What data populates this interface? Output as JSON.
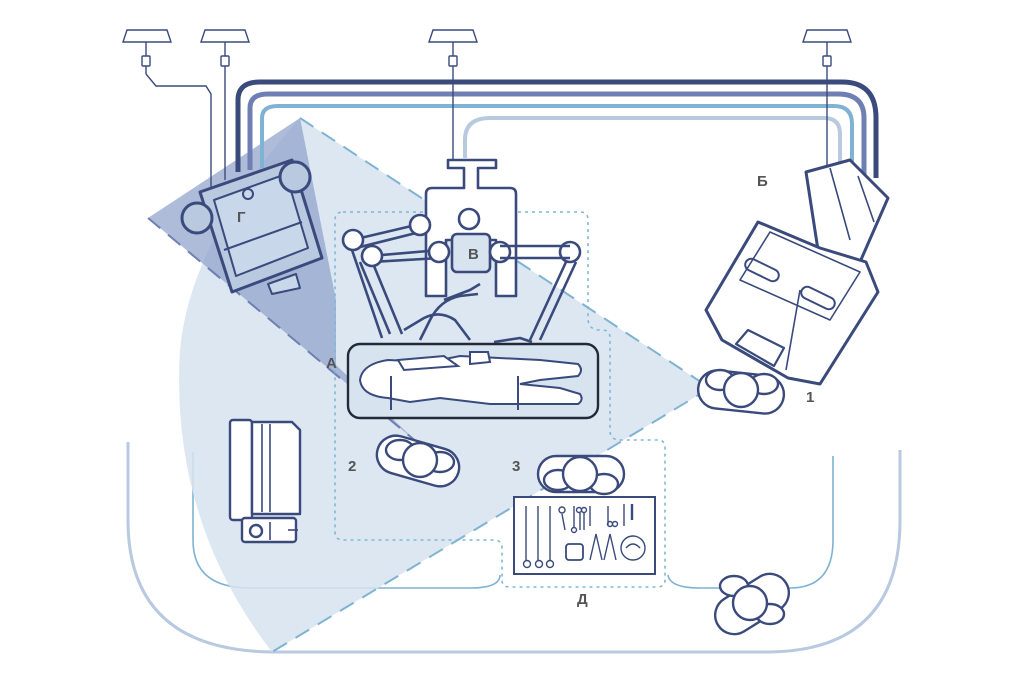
{
  "labels": {
    "a": "А",
    "b": "Б",
    "v": "В",
    "g": "Г",
    "d": "Д",
    "n1": "1",
    "n2": "2",
    "n3": "3"
  },
  "colors": {
    "dark_navy": "#3a4a7c",
    "mid_blue": "#6f7fb3",
    "light_blue": "#7fb3d3",
    "pale_blue": "#b8c9e0",
    "zone_fill": "#d7e3ee",
    "zone_dark": "#8c9fca",
    "dotted": "#7fb8d6",
    "label": "#555555"
  }
}
